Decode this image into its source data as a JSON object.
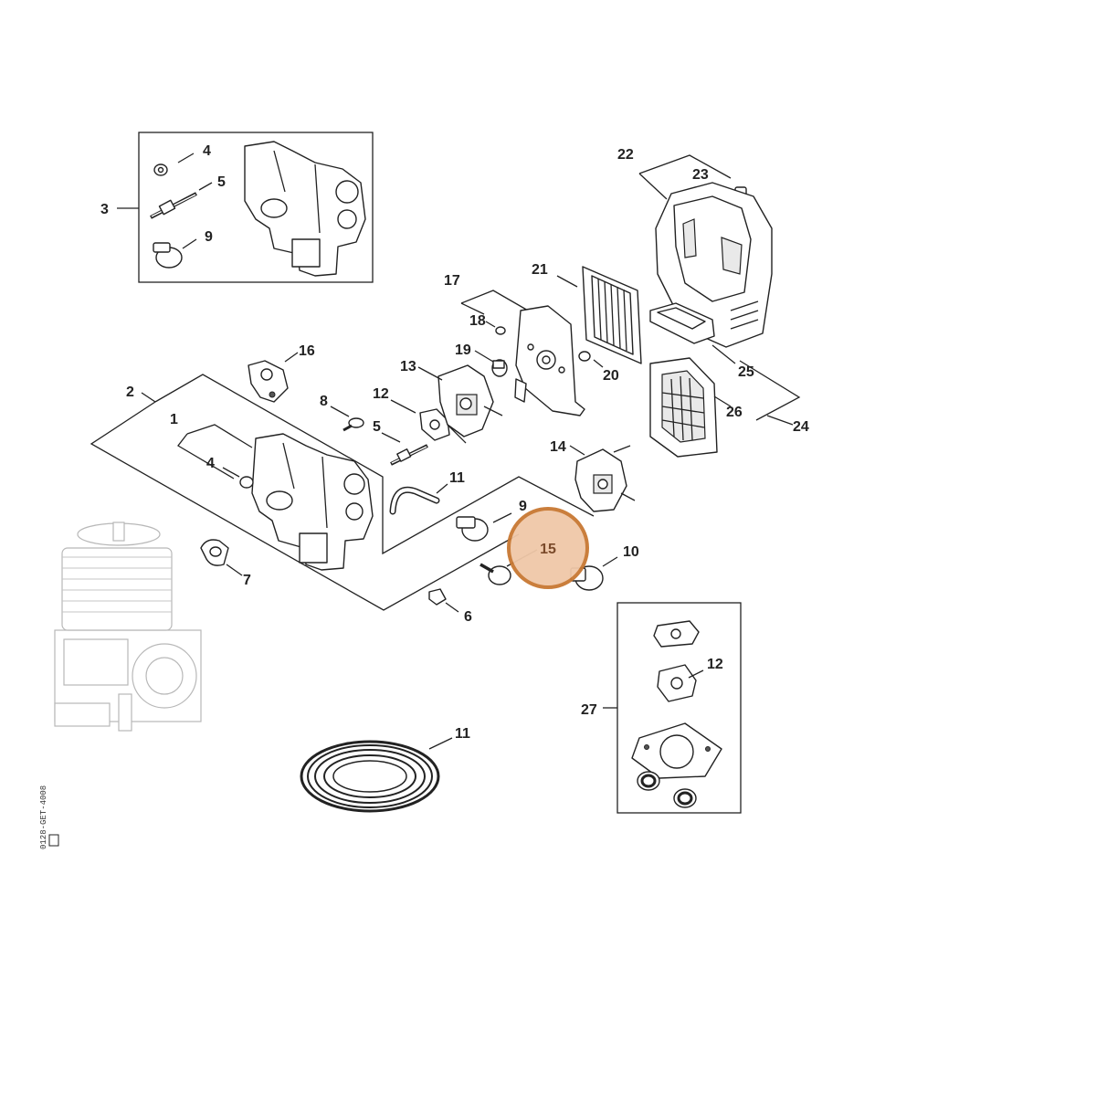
{
  "callouts": {
    "c1": "1",
    "c2": "2",
    "c3": "3",
    "c4a": "4",
    "c4b": "4",
    "c5a": "5",
    "c5b": "5",
    "c6": "6",
    "c7": "7",
    "c8": "8",
    "c9a": "9",
    "c9b": "9",
    "c10": "10",
    "c11a": "11",
    "c11b": "11",
    "c12a": "12",
    "c12b": "12",
    "c13": "13",
    "c14": "14",
    "c16": "16",
    "c17": "17",
    "c18": "18",
    "c19": "19",
    "c20": "20",
    "c21": "21",
    "c22": "22",
    "c23": "23",
    "c24": "24",
    "c25": "25",
    "c26": "26",
    "c27": "27"
  },
  "highlight": {
    "label": "15",
    "fill_color": "#f0c8a8",
    "ring_color": "#c87832"
  },
  "doc_code": "0128-GET-4008"
}
